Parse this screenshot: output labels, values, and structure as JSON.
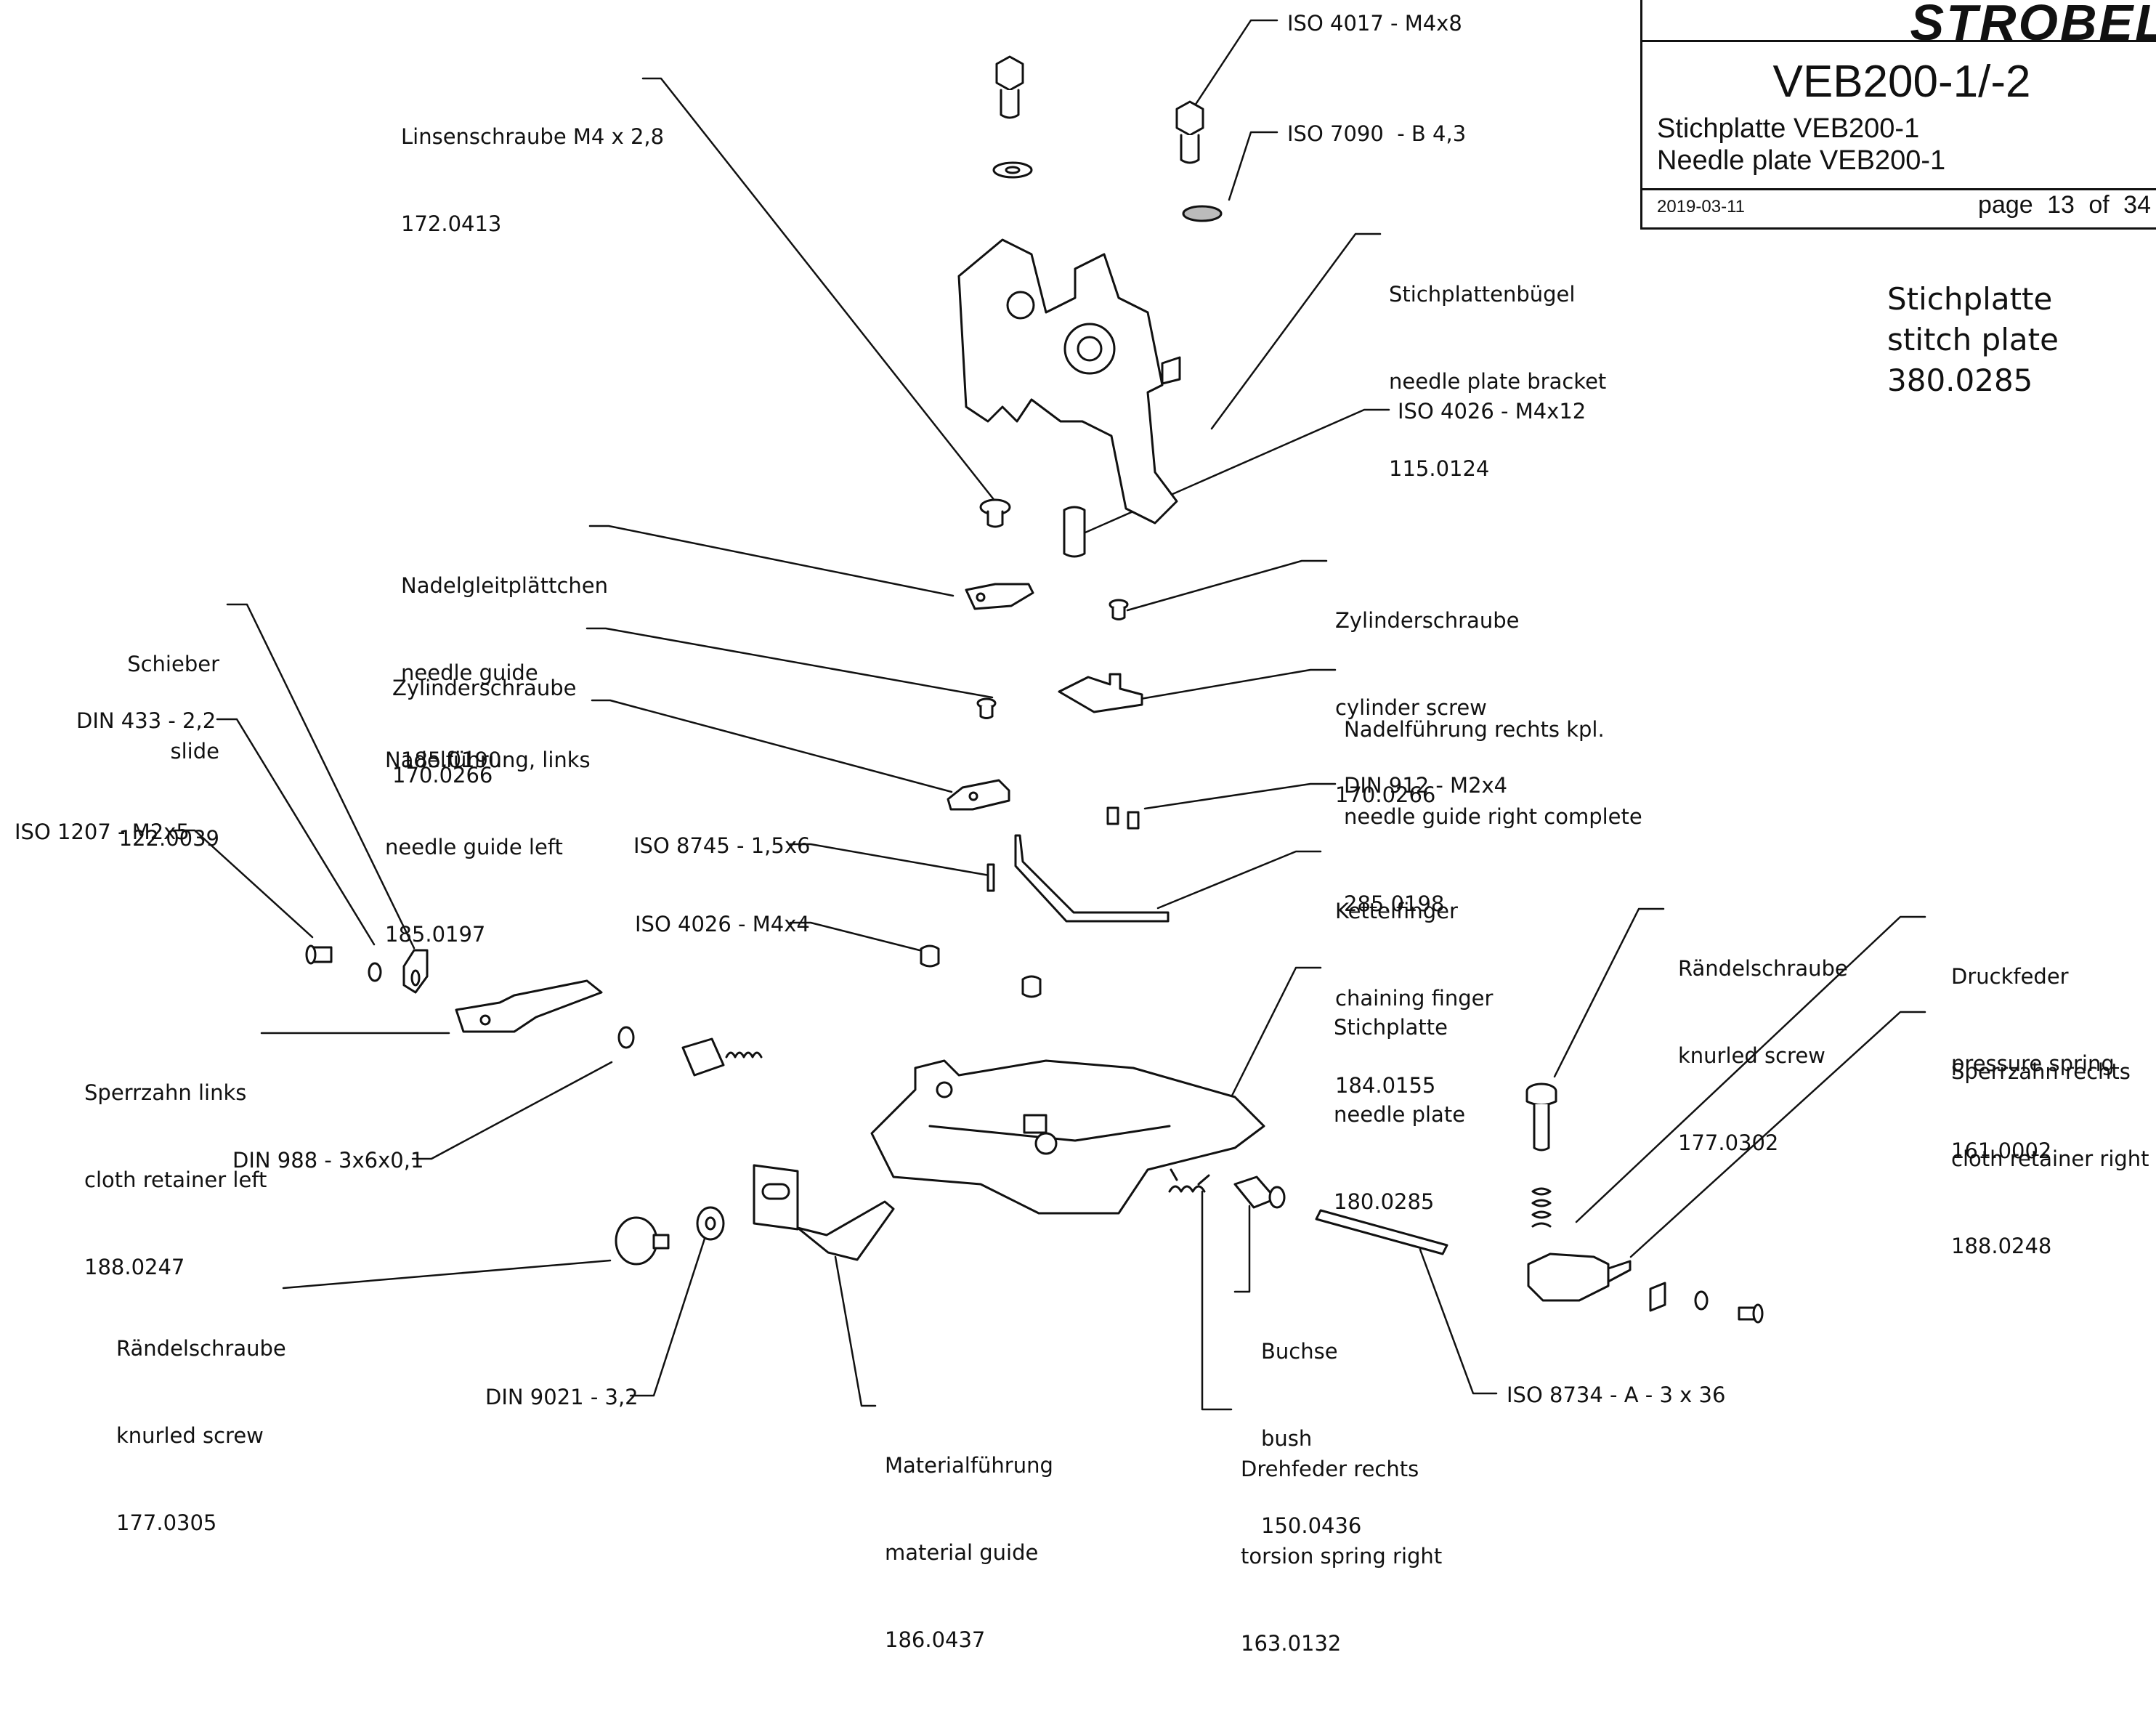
{
  "title_block": {
    "brand": "STROBEL",
    "model": "VEB200-1/-2",
    "desc_de": "Stichplatte VEB200-1",
    "desc_en": "Needle plate VEB200-1",
    "date": "2019-03-11",
    "page": "page 13  of  34"
  },
  "assembly": {
    "de": "Stichplatte",
    "en": "stitch plate",
    "number": "380.0285"
  },
  "labels": {
    "iso4017": "ISO 4017 - M4x8",
    "iso7090": "ISO 7090  - B 4,3",
    "linsenschraube": [
      "Linsenschraube M4 x 2,8",
      "172.0413"
    ],
    "bracket": [
      "Stichplattenbügel",
      "needle plate bracket",
      "115.0124"
    ],
    "iso4026_12": "ISO 4026 - M4x12",
    "needle_guide": [
      "Nadelgleitplättchen",
      "needle guide",
      "185.0190"
    ],
    "cyl_right": [
      "Zylinderschraube",
      "cylinder screw",
      "170.0266"
    ],
    "schieber": [
      "Schieber",
      "slide",
      "122.0039"
    ],
    "cyl_left": [
      "Zylinderschraube",
      "170.0266"
    ],
    "ng_right": [
      "Nadelführung rechts kpl.",
      "needle guide right complete",
      "285.0198"
    ],
    "din433": "DIN 433 - 2,2",
    "ng_left": [
      "Nadelführung, links",
      "needle guide left",
      "185.0197"
    ],
    "din912": "DIN 912 - M2x4",
    "iso1207": "ISO 1207 - M2x5",
    "iso8745": "ISO 8745 - 1,5x6",
    "kettelfinger": [
      "Kettelfinger",
      "chaining finger",
      "184.0155"
    ],
    "iso4026_4": "ISO 4026 - M4x4",
    "knurled_right": [
      "Rändelschraube",
      "knurled screw",
      "177.0302"
    ],
    "spring": [
      "Druckfeder",
      "pressure spring",
      "161.0002"
    ],
    "plate": [
      "Stichplatte",
      "needle plate",
      "180.0285"
    ],
    "retainer_right": [
      "Sperrzahn rechts",
      "cloth retainer right",
      "188.0248"
    ],
    "retainer_left": [
      "Sperrzahn links",
      "cloth retainer left",
      "188.0247"
    ],
    "din988": "DIN 988 - 3x6x0,1",
    "knurled_left": [
      "Rändelschraube",
      "knurled screw",
      "177.0305"
    ],
    "bush": [
      "Buchse",
      "bush",
      "150.0436"
    ],
    "din9021": "DIN 9021 - 3,2",
    "material_guide": [
      "Materialführung",
      "material guide",
      "186.0437"
    ],
    "torsion": [
      "Drehfeder rechts",
      "torsion spring right",
      "163.0132"
    ],
    "iso8734": "ISO 8734 - A - 3 x 36"
  }
}
